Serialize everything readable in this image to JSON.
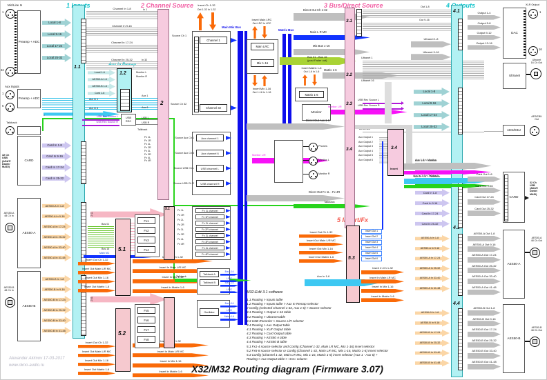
{
  "title": "X32/M32 Routing diagram (Firmware 3.07)",
  "watermark": {
    "line1": "Alexander Akimov 17-03-2017",
    "line2": "www.okno-audio.ru"
  },
  "headers": {
    "s1": "1 Inputs",
    "s2": "2 Channel Source",
    "s3": "3 Bus/Direct Source",
    "s4": "4 Outputs",
    "s5": "5 Insert/Fx",
    "aux_remap": "Aux In Remap"
  },
  "left": {
    "micline_label": "Mic/Line In",
    "preamp": "Preamp + ADC",
    "xlr_first": "1",
    "xlr_last": "32",
    "local_in": [
      "Local 1-8",
      "Local 9-16",
      "Local 17-24",
      "Local 25-32"
    ],
    "aux_label": "Aux Inputs",
    "aux_first": "1",
    "aux_last": "6",
    "aux_preamp": "Preamp + ADC",
    "aux_in_arrow": "Aux In 1-6",
    "talkback_label": "Talkback",
    "bar1_label": "1.1",
    "card_module": "CARD",
    "card_side": "32 Ch\nUSB\n(ADAT/\nDante/\nMADI)",
    "card_in": [
      "Card In 1-8",
      "Card In 9-16",
      "Card In 17-24",
      "Card In 25-32"
    ],
    "aes50a_module": "AES50-A",
    "aes50a_side": "AES50-A\n48 Ch In",
    "aes50a_in": [
      "AES50-A In 1-8",
      "AES50-A In 9-16",
      "AES50-A In 17-24",
      "AES50-A In 25-32",
      "AES50-A In 33-40",
      "AES50-A In 41-48"
    ],
    "aes50b_module": "AES50-B",
    "aes50b_side": "AES50-B\n48 Ch In",
    "aes50b_in": [
      "AES50-B In 1-8",
      "AES50-B In 9-16",
      "AES50-B In 17-24",
      "AES50-B In 25-32",
      "AES50-B In 33-40",
      "AES50-B In 41-48"
    ]
  },
  "remap": {
    "label": "1.2",
    "arrows": [
      "Local 1-6",
      "AES50-A 1-6",
      "AES50-B 1-6",
      "Card 1-6"
    ],
    "aux_row_first": "Aux In 1",
    "aux_row_last": "Aux In 6",
    "usb_l": "USB Rec Source L",
    "usb_r": "USB Rec Source R",
    "usb_box": "USB\nREC"
  },
  "channel": {
    "bus_groups": [
      "Channel In 1-8",
      "Channel In 9-16",
      "Channel In 17-24",
      "Channel In 25-32"
    ],
    "bar2_label": "2",
    "in_top": "In 1",
    "in_bottom": "In 32",
    "monitor_l": "Monitor L",
    "monitor_r": "Monitor R",
    "aux1": "Aux 1",
    "aux6": "Aux 6",
    "usb_l": "USB L",
    "usb_r": "USB R",
    "talkback": "Talkback",
    "fx_rows": [
      "Fx 1L",
      "Fx 1R",
      "Fx 2L",
      "Fx 2R",
      "Fx 3L",
      "Fx 3R",
      "Fx 4L",
      "Fx 4R"
    ],
    "insert_ch_l1": "Insert Ch 1-32",
    "insert_ch_l2": "Out 1-32    In 1-32",
    "source_top": "Source Ch 1",
    "source_bottom": "Source Ch 32",
    "cell_top": "Channel 1",
    "cell_bottom": "Channel 32",
    "aux_rows": [
      {
        "src": "Source Aux Ch 1",
        "cell": "Aux channel 1"
      },
      {
        "src": "Source Aux Ch 6",
        "cell": "Aux channel 6"
      },
      {
        "src": "Source USB Ch L",
        "cell": "USB channel L"
      },
      {
        "src": "Source USB Ch R",
        "cell": "USB channel R"
      }
    ],
    "fx_cells": [
      "Fx 1L channel",
      "Fx 1R channel",
      "Fx 2L channel",
      "Fx 2R channel",
      "Fx 3L channel",
      "Fx 3R channel",
      "Fx 4L channel",
      "Fx 4R channel"
    ],
    "main_bus_label": "Main Mix Bus"
  },
  "mix": {
    "insert_main_l1": "Insert Main LRC",
    "insert_main_l2": "Out LRC   In LRC",
    "main_cell": "Main LRC",
    "mix_cell": "Mix 1-16",
    "insert_mix_l1": "Insert Mix 1-16",
    "insert_mix_l2": "Out 1-16   In 1-16",
    "matrix_bus_label": "Matrix Bus",
    "direct_out_ch": "Direct Out Ch 1-32",
    "main_lr_mc": "Main L R MC",
    "mix_bus": "Mix Bus 1-16",
    "bus_green": "Bus 01 - Bus 16\n(post Fader out)",
    "insert_matrix_l1": "Insert Matrix 1-6",
    "insert_matrix_l2": "Out 1-6   In 1-6",
    "matrix_cell": "Matrix 1-6",
    "matrix_arrow": "Matrix 1-6",
    "monitor_cell": "Monitor",
    "monitor_lr": "Monitor L/R",
    "direct_out_aux": "Direct Out Aux 1-6",
    "direct_out_fx": "Direct Out Fx 1L - Fx 4R",
    "talkback_green": "Talkback",
    "mon_out_label": "Monitor L/R",
    "phones": "Phones",
    "mon_l": "Monitor L",
    "mon_r": "Monitor R"
  },
  "bar3": {
    "s31": "3.1",
    "s32": "3.2",
    "s33": "3.3",
    "s34": "3.4",
    "out18": "Out 1-8",
    "out916": "Out 9-16",
    "ultranet_top": "Ultranet 1",
    "ultranet_bottom": "Ultranet 16",
    "ultranet_arrows": [
      "Ultranet 1-8",
      "Ultranet 9-16"
    ],
    "usb_rec_l": "USB Rec Source L",
    "usb_rec_r": "USB Rec Source R",
    "aesebu_row": "AES/EBU",
    "aux_out_rows": [
      "Aux Output 1",
      "Aux Output 2",
      "Aux Output 3",
      "Aux Output 4",
      "Aux Output 5",
      "Aux Output 6"
    ],
    "insert_num": "3.4",
    "insert_word": "Insert",
    "aux_mon": "Aux 1-6 + Monitor",
    "aux_tb": "Aux In 1-6 + Talkback"
  },
  "bar4": {
    "l41": "4.1",
    "l42": "4.2",
    "l43": "4.3",
    "l44": "4.4",
    "outputs": [
      "Output 1-4",
      "Output 5-8",
      "Output 9-12",
      "Output 13-16"
    ],
    "dac": "DAC",
    "xlr_out": "XLR Output",
    "xlr_first": "1",
    "xlr_last": "16",
    "ultranet_box": "Ultranet",
    "ultranet_conn": "Ultranet\n16 Ch Out",
    "local_out": [
      "Local 1-8",
      "Local 9-16",
      "Local 17-24",
      "Local 25-32"
    ],
    "aesebu_box": "AES/EBU",
    "aesebu_conn": "AES/EBU\nOut",
    "card_out": [
      "Card Out 1-8",
      "Card Out 9-16",
      "Card Out 17-24",
      "Card Out 25-32"
    ],
    "card_box": "CARD",
    "card_conn": "32 Ch\nUSB\n(ADAT/\nDante/\nMADI)",
    "aes50a_out": [
      "AES50-A Out 1-8",
      "AES50-A Out 9-16",
      "AES50-A Out 17-24",
      "AES50-A Out 25-32",
      "AES50-A Out 33-40",
      "AES50-A Out 41-48"
    ],
    "aes50a_box": "AES50-A",
    "aes50a_conn": "AES50-A\n48 Ch Out",
    "aes50b_out": [
      "AES50-B Out 1-8",
      "AES50-B Out 9-16",
      "AES50-B Out 17-24",
      "AES50-B Out 25-32",
      "AES50-B Out 33-40",
      "AES50-B Out 41-48"
    ],
    "aes50b_box": "AES50-B",
    "aes50b_conn": "AES50-B\n48 Ch Out",
    "in_aux_mon": "Aux 1-6 + Monitor",
    "in_aux_tb": "Aux In 1-6 + Talkback",
    "card_in": [
      "Card In 1-8",
      "Card In 9-16",
      "Card In 17-24",
      "Card In 25-32"
    ],
    "aes50a_in": [
      "AES50-A In 1-8",
      "AES50-A In 9-16",
      "AES50-A In 17-24",
      "AES50-A In 25-32",
      "AES50-A In 33-40",
      "AES50-A In 41-48"
    ],
    "aes50b_in": [
      "AES50-B In 1-8",
      "AES50-B In 9-16",
      "AES50-B In 17-24",
      "AES50-B In 25-32",
      "AES50-B In 33-40",
      "AES50-B In 41-48"
    ]
  },
  "sec5": {
    "fx14_input": "Fx1-Fx4 L/R\nInputs",
    "fx58_input": "Fx5-Fx8 L/R\nInputs",
    "bus01": "Bus 01",
    "bus16": "Bus 16",
    "main_mc": "Main MC",
    "b51": "5.1",
    "b52": "5.2",
    "b53": "5.3",
    "col51": "5.1",
    "fx14_cells": [
      "Fx1",
      "Fx2",
      "Fx3",
      "Fx4"
    ],
    "fx58_cells": [
      "Fx5",
      "Fx6",
      "Fx7",
      "Fx8"
    ],
    "ins_out": [
      "Insert Out Ch 1-32",
      "Insert Out Main L/R MC",
      "Insert Out Mix 1-16",
      "Insert Out Matrix 1-6"
    ],
    "ins_in": [
      "Insert In Ch 1-32",
      "Insert In Main L/R MC",
      "Insert In Mix 1-16",
      "Insert In Matrix 1-6"
    ],
    "ins_in53": [
      "Insert In Ch 1-32",
      "Insert In Main LR MC",
      "Insert In Mix 1-16",
      "Insert In Matrix 1-6"
    ],
    "insert_out_rows": [
      "Insert Out 1",
      "Insert Out 2",
      "Insert Out 3",
      "Insert Out 4",
      "Insert Out 5",
      "Insert Out 6"
    ],
    "aux_in16": "Aux In 1-6",
    "talkback": "Talkback",
    "tb_cells": [
      "Talkback A",
      "Talkback B"
    ],
    "osc_cell": "Oscillator",
    "tb_routes": [
      "Bus 1-16",
      "L/R/C"
    ],
    "osc_routes": [
      "Bus 1-16",
      "L/R/C",
      "Matrix 1-6"
    ]
  },
  "legend": {
    "title": "M32-Edit 3.1 software",
    "items": [
      "1.1 Routing  > Inputs table",
      "1.2 Routing  > Inputs table > Aux In Remap selector",
      "2     Config (selected Channel 1-32, Aux 1-6)  > Source selector",
      "3.1 Routing  > Output 1-16 table",
      "3.2 Routing  > Ultranet table",
      "3.3 USB Recorder > Source L/R selector",
      "3.4 Routing  > Aux Output table",
      "4.1 Routing  > XLR Output table",
      "4.2 Routing  > Card Output table",
      "4.3 Routing  > AES50 A table",
      "4.4 Routing  > AES50 B table",
      "5.1 Fx1-4 source selector and Config (Channel 1-32, Main LR MC, Mix 1-16) insert selector",
      "5.2 Fx5-8 source selector or Config (Channel 1-32, Main LR MC, Mix 1-16, Matrix 1-6) Insert selector",
      "5.3 Config (Channel 1-32, Main LR MC, Mix 1-16, Matrix 1-6) insert selector (Aux 1 - Aux 6) +",
      "        Routing  > Aux Output table > «Ins» column"
    ]
  }
}
